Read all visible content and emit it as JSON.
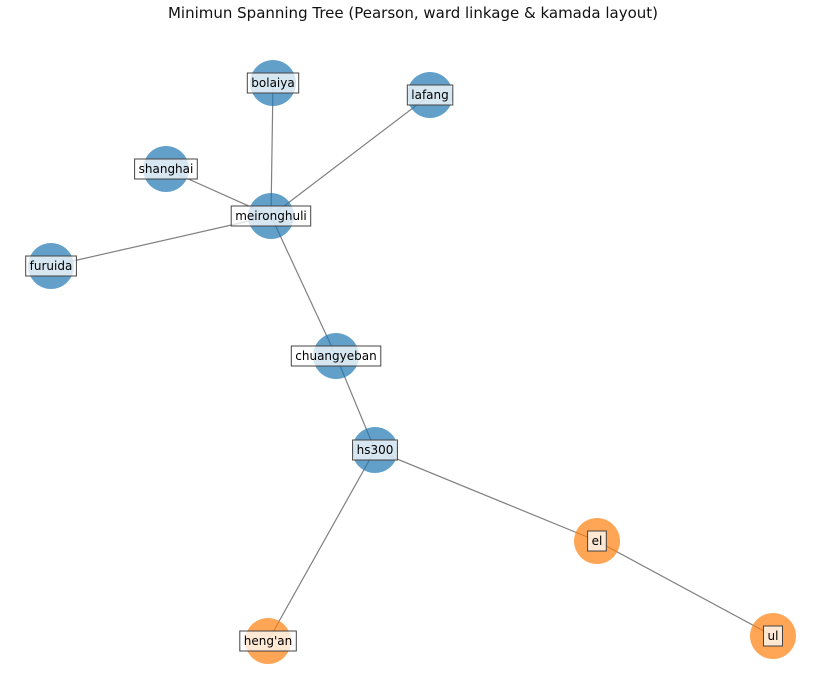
{
  "title": "Minimun Spanning Tree (Pearson, ward linkage & kamada layout)",
  "colors": {
    "cluster_1": "#1f77b4",
    "cluster_2": "#ff7f0e",
    "edge": "#808080",
    "label_box_border": "#444444"
  },
  "nodes": [
    {
      "id": "bolaiya",
      "label": "bolaiya",
      "cluster": "cluster_1"
    },
    {
      "id": "lafang",
      "label": "lafang",
      "cluster": "cluster_1"
    },
    {
      "id": "shanghai",
      "label": "shanghai",
      "cluster": "cluster_1"
    },
    {
      "id": "meironghuli",
      "label": "meironghuli",
      "cluster": "cluster_1"
    },
    {
      "id": "furuida",
      "label": "furuida",
      "cluster": "cluster_1"
    },
    {
      "id": "chuangyeban",
      "label": "chuangyeban",
      "cluster": "cluster_1"
    },
    {
      "id": "hs300",
      "label": "hs300",
      "cluster": "cluster_1"
    },
    {
      "id": "el",
      "label": "el",
      "cluster": "cluster_2"
    },
    {
      "id": "hengan",
      "label": "heng'an",
      "cluster": "cluster_2"
    },
    {
      "id": "ul",
      "label": "ul",
      "cluster": "cluster_2"
    }
  ],
  "edges": [
    {
      "source": "meironghuli",
      "target": "bolaiya"
    },
    {
      "source": "meironghuli",
      "target": "lafang"
    },
    {
      "source": "meironghuli",
      "target": "shanghai"
    },
    {
      "source": "meironghuli",
      "target": "furuida"
    },
    {
      "source": "meironghuli",
      "target": "chuangyeban"
    },
    {
      "source": "chuangyeban",
      "target": "hs300"
    },
    {
      "source": "hs300",
      "target": "el"
    },
    {
      "source": "hs300",
      "target": "hengan"
    },
    {
      "source": "el",
      "target": "ul"
    }
  ]
}
